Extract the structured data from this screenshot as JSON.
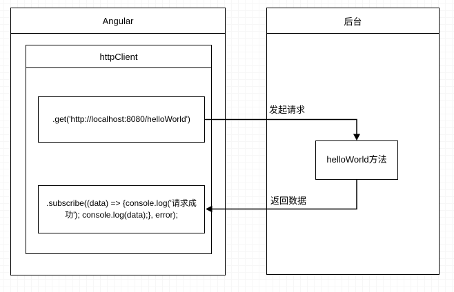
{
  "angular": {
    "title": "Angular",
    "http_client": {
      "title": "httpClient",
      "get_call": ".get('http://localhost:8080/helloWorld')",
      "subscribe_call": ".subscribe((data) => {console.log('请求成功'); console.log(data);}, error);"
    }
  },
  "backend": {
    "title": "后台",
    "method": "helloWorld方法"
  },
  "arrows": {
    "request_label": "发起请求",
    "response_label": "返回数据"
  },
  "colors": {
    "stroke": "#000000",
    "fill": "#ffffff",
    "grid_major": "#e9e9e9",
    "grid_minor": "#f7f7f7"
  }
}
